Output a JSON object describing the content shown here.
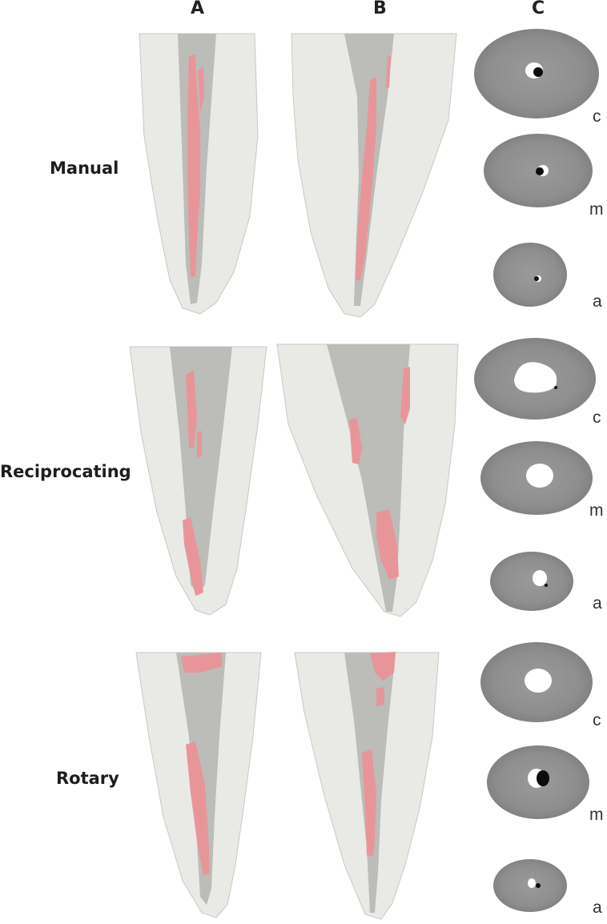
{
  "columns": [
    "A",
    "B",
    "C"
  ],
  "rows": [
    {
      "label": "Manual",
      "levels": [
        "c",
        "m",
        "a"
      ]
    },
    {
      "label": "Reciprocating",
      "levels": [
        "c",
        "m",
        "a"
      ]
    },
    {
      "label": "Rotary",
      "levels": [
        "c",
        "m",
        "a"
      ]
    }
  ],
  "colors": {
    "dentin": "#e9eae6",
    "canal": "#bcbcb8",
    "debris": "#e8959a",
    "cross_section": "#8f8f8f",
    "void": "#ffffff",
    "dark_void": "#0c0c0c"
  }
}
